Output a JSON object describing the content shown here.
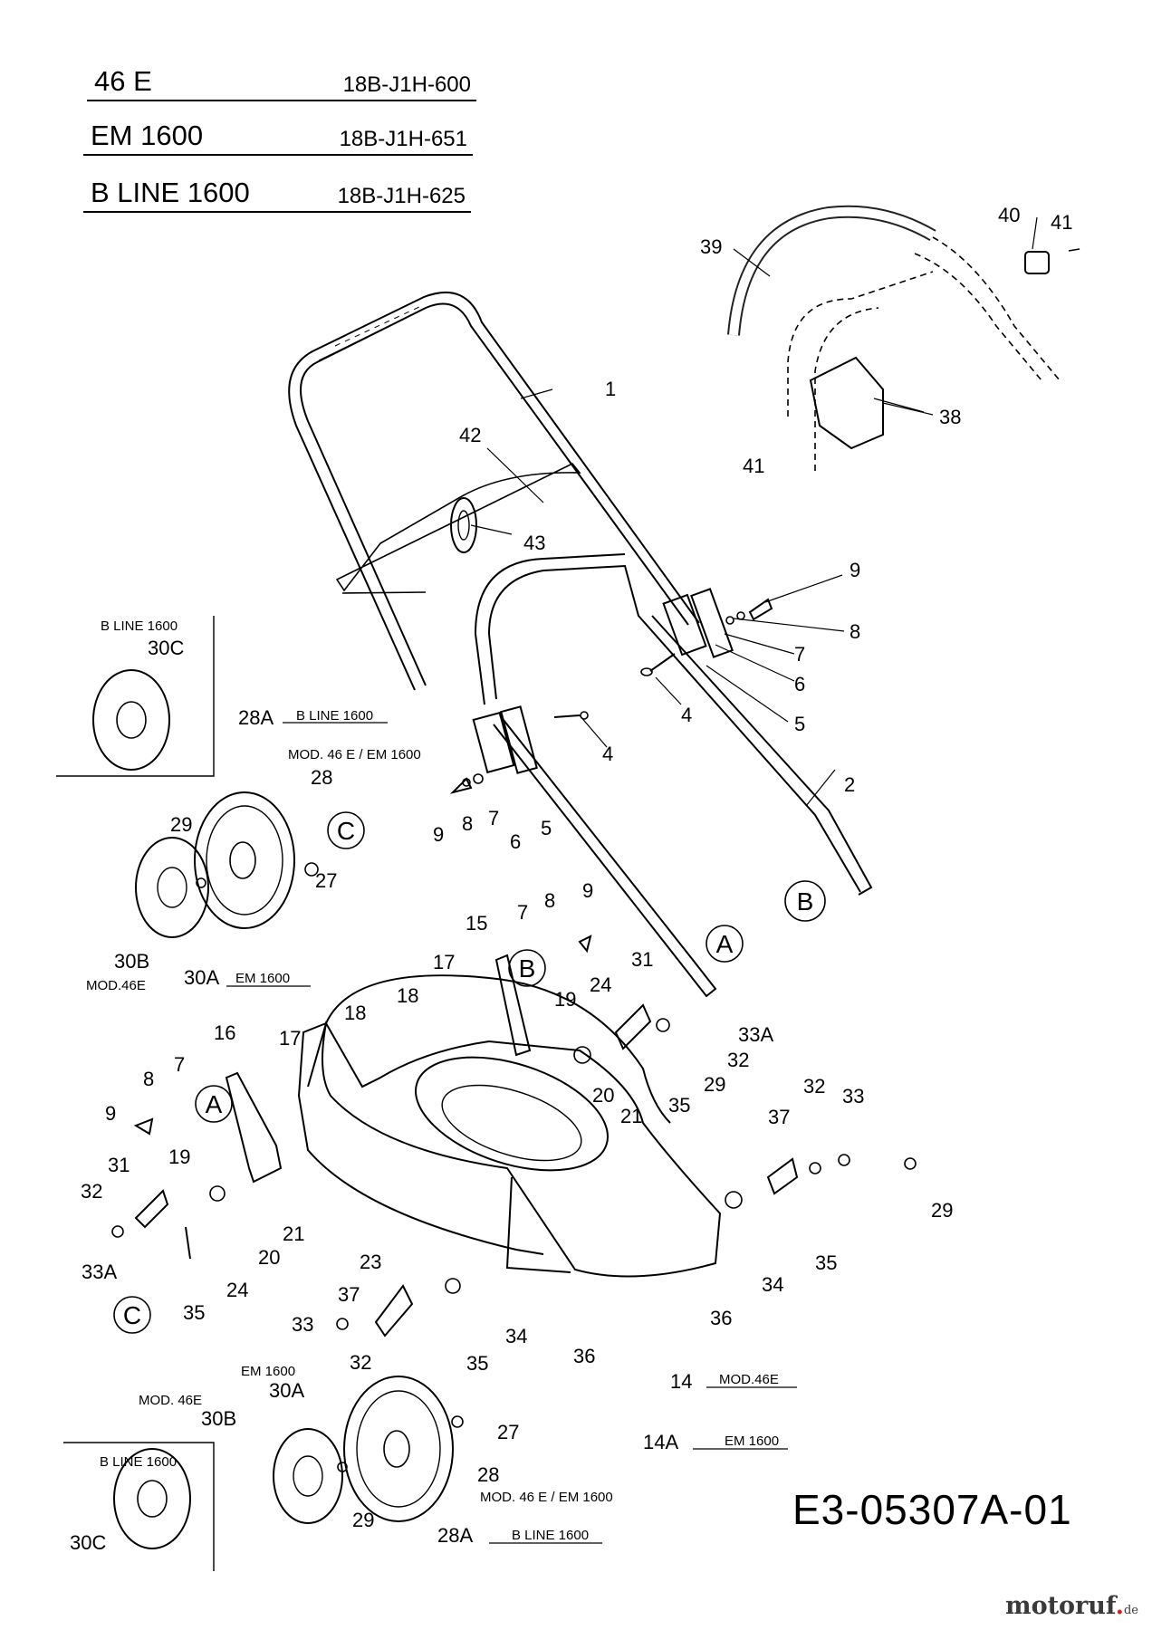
{
  "models": [
    {
      "name": "46 E",
      "code": "18B-J1H-600"
    },
    {
      "name": "EM 1600",
      "code": "18B-J1H-651"
    },
    {
      "name": "B LINE 1600",
      "code": "18B-J1H-625"
    }
  ],
  "document_number": "E3-05307A-01",
  "logo": {
    "brand": "motoruf",
    "tld": "de"
  },
  "variant_labels": {
    "b_line": "B LINE 1600",
    "em": "EM 1600",
    "mod_46e_space": "MOD. 46E",
    "mod_46e_dot": "MOD.46E",
    "mod_46e_em": "MOD. 46 E / EM 1600"
  },
  "detail_refs": [
    "A",
    "B",
    "C"
  ],
  "parts": {
    "p1": "1",
    "p2": "2",
    "p4": "4",
    "p5": "5",
    "p6": "6",
    "p7": "7",
    "p8": "8",
    "p9": "9",
    "p14": "14",
    "p14A": "14A",
    "p15": "15",
    "p16": "16",
    "p17": "17",
    "p18": "18",
    "p19": "19",
    "p20": "20",
    "p21": "21",
    "p23": "23",
    "p24": "24",
    "p27": "27",
    "p28": "28",
    "p28A": "28A",
    "p29": "29",
    "p30A": "30A",
    "p30B": "30B",
    "p30C": "30C",
    "p31": "31",
    "p32": "32",
    "p33": "33",
    "p33A": "33A",
    "p34": "34",
    "p35": "35",
    "p36": "36",
    "p37": "37",
    "p38": "38",
    "p39": "39",
    "p40": "40",
    "p41": "41",
    "p42": "42",
    "p43": "43"
  }
}
